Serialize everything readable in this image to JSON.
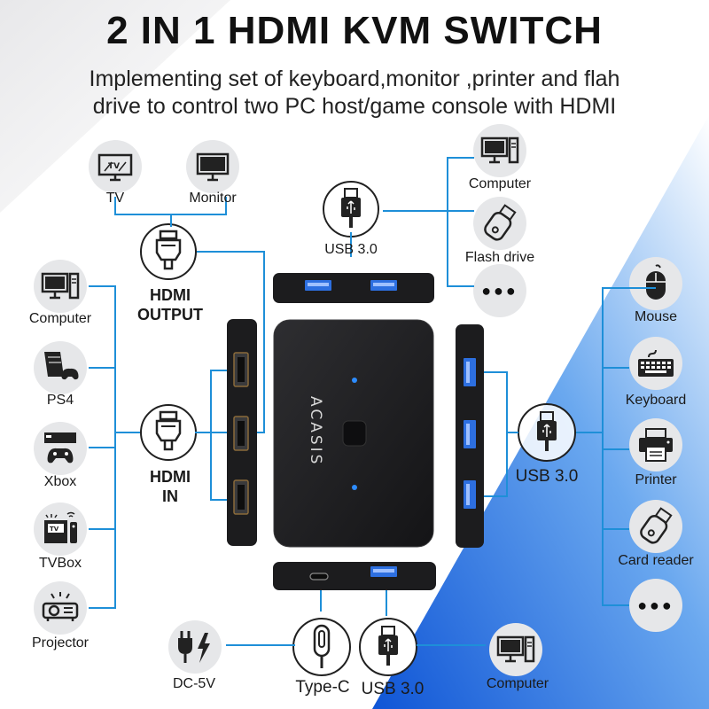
{
  "header": {
    "title": "2 IN 1 HDMI KVM SWITCH",
    "subtitle_line1": "Implementing set of keyboard,monitor ,printer and flah",
    "subtitle_line2": "drive to control two PC host/game console with HDMI"
  },
  "brand": "ACASIS",
  "colors": {
    "accent_line": "#1e8fd8",
    "gradient_blue": "#2f7fe4",
    "device_body": "#1c1c1e",
    "port_blue": "#2d6fe0"
  },
  "left_devices": [
    {
      "label": "Computer",
      "icon": "computer-icon"
    },
    {
      "label": "PS4",
      "icon": "ps4-icon"
    },
    {
      "label": "Xbox",
      "icon": "xbox-icon"
    },
    {
      "label": "TVBox",
      "icon": "tvbox-icon"
    },
    {
      "label": "Projector",
      "icon": "projector-icon"
    }
  ],
  "top_displays": [
    {
      "label": "TV",
      "icon": "tv-icon"
    },
    {
      "label": "Monitor",
      "icon": "monitor-icon"
    }
  ],
  "hdmi_output": {
    "label": "HDMI\nOUTPUT",
    "line1": "HDMI",
    "line2": "OUTPUT"
  },
  "hdmi_in": {
    "line1": "HDMI",
    "line2": "IN"
  },
  "usb_top": {
    "label": "USB 3.0"
  },
  "usb_right": {
    "label": "USB 3.0"
  },
  "usb_bottom": {
    "label": "USB 3.0"
  },
  "top_right_devices": [
    {
      "label": "Computer",
      "icon": "computer-icon"
    },
    {
      "label": "Flash drive",
      "icon": "flash-drive-icon"
    },
    {
      "label": "",
      "icon": "more-icon"
    }
  ],
  "right_devices": [
    {
      "label": "Mouse",
      "icon": "mouse-icon"
    },
    {
      "label": "Keyboard",
      "icon": "keyboard-icon"
    },
    {
      "label": "Printer",
      "icon": "printer-icon"
    },
    {
      "label": "Card reader",
      "icon": "card-reader-icon"
    },
    {
      "label": "",
      "icon": "more-icon"
    }
  ],
  "bottom": {
    "dc_label": "DC-5V",
    "typec_label": "Type-C",
    "computer_label": "Computer"
  },
  "more_symbol": "●●●"
}
